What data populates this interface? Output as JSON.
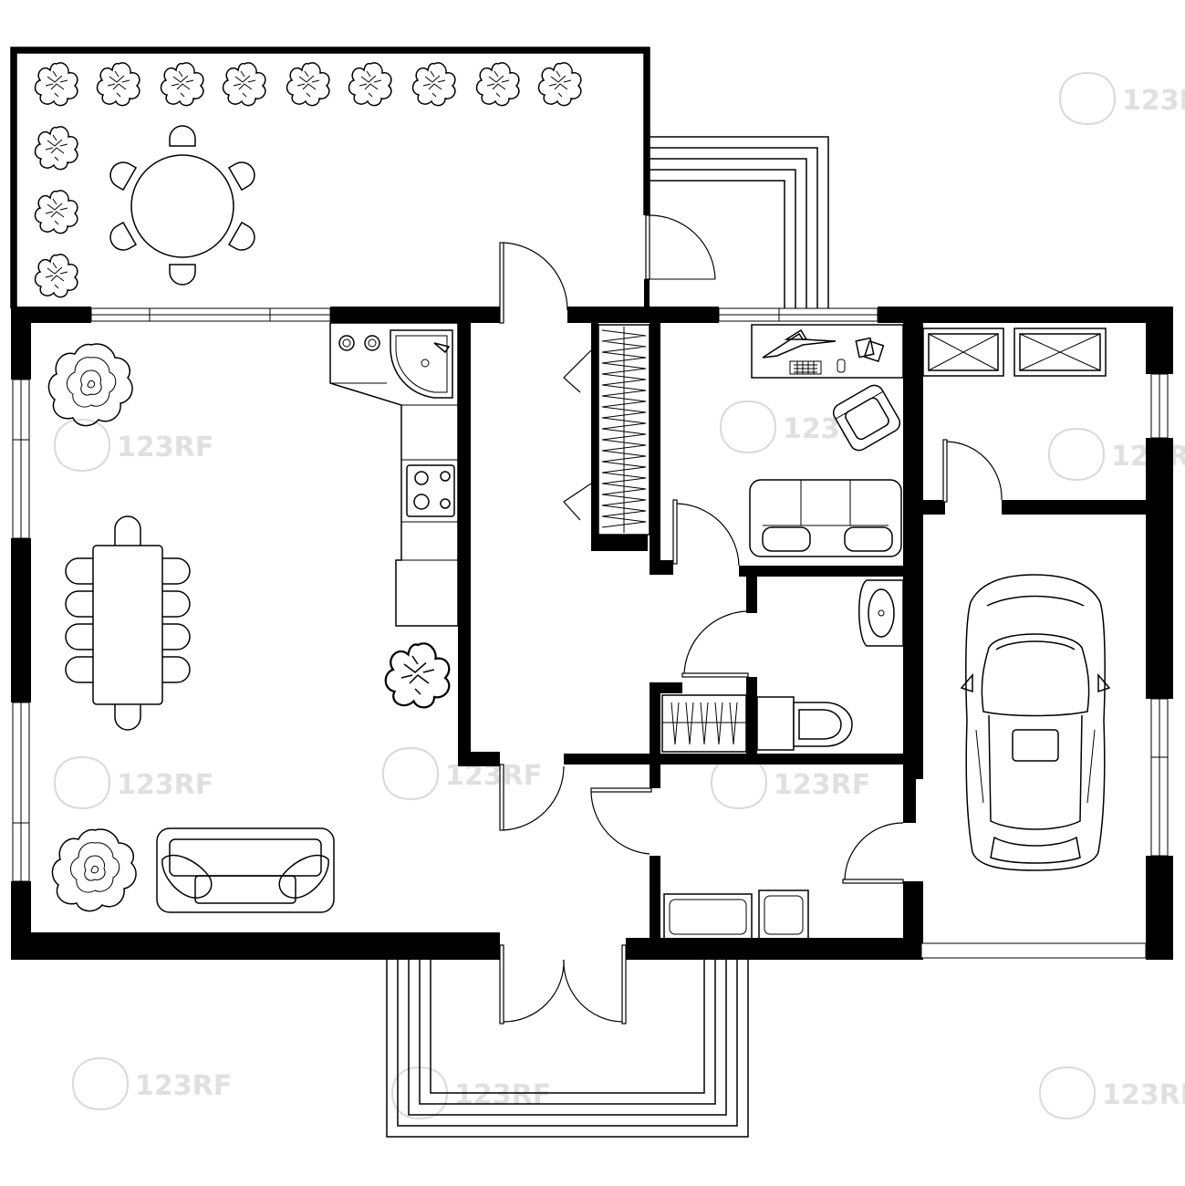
{
  "watermark": {
    "text": "123RF"
  },
  "colors": {
    "wall": "#000000",
    "background": "#ffffff",
    "watermark": "#e0e0e0"
  },
  "rooms": [
    "terrace",
    "living-dining-room",
    "kitchen",
    "hallway",
    "study",
    "bathroom",
    "utility-room",
    "storage-room",
    "garage",
    "entrance-porch"
  ],
  "icons": [
    "shrub-icon",
    "tree-icon",
    "round-table-icon",
    "dining-table-icon",
    "sofa-icon",
    "car-icon",
    "armchair-icon",
    "sink-icon",
    "bathtub-icon",
    "stove-icon",
    "wardrobe-icon",
    "washbasin-icon",
    "toilet-icon",
    "washing-machine-icon",
    "desk-icon",
    "steps-icon"
  ]
}
